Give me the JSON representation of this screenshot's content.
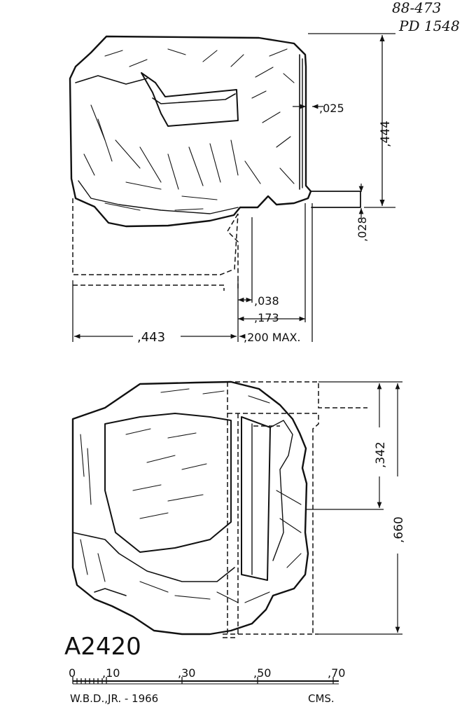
{
  "catalog": {
    "line1": "88-473",
    "line2": "PD 1548"
  },
  "specimen_id": "A2420",
  "top_view": {
    "height_label": ",444",
    "width_label": ",443",
    "offset_025": ",025",
    "offset_028": ",028",
    "offset_038": ",038",
    "offset_173": ",173",
    "offset_200": ",200 MAX."
  },
  "bottom_view": {
    "dim_342": ",342",
    "dim_660": ",660"
  },
  "scale_bar": {
    "ticks": [
      "0",
      ",10",
      ",30",
      ",50",
      ",70"
    ],
    "credit": "W.B.D.,JR. - 1966",
    "units": "CMS."
  }
}
